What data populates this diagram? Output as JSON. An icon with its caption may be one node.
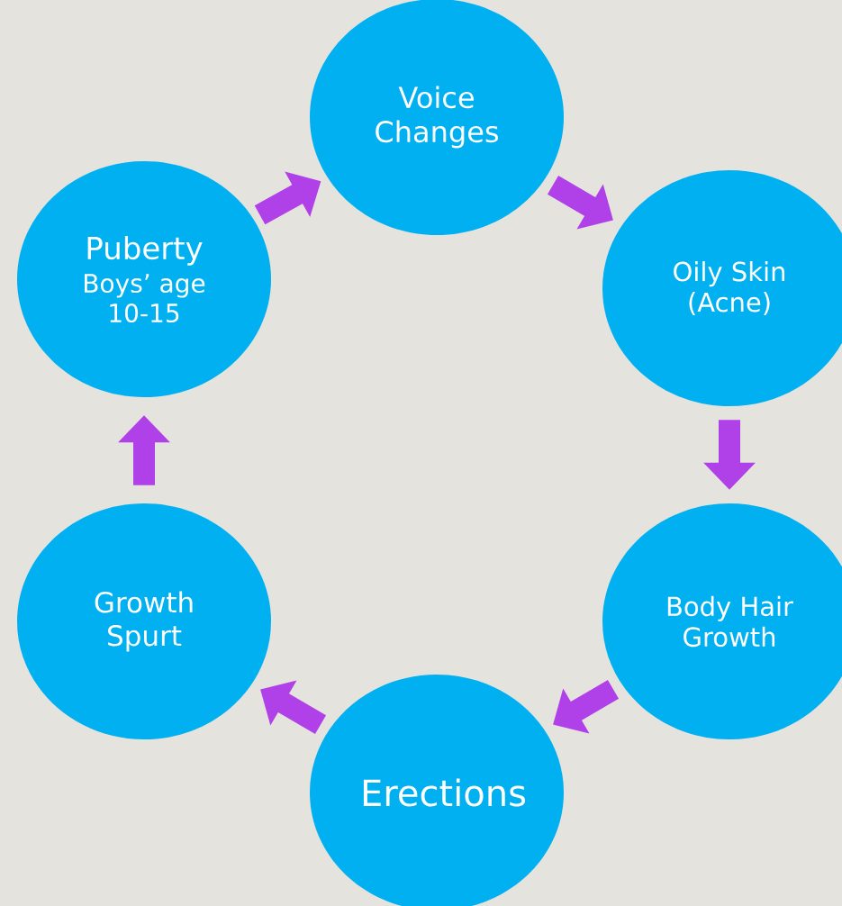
{
  "diagram": {
    "nodes": [
      {
        "text": [
          "Puberty",
          "Boys’ age 10-15"
        ]
      },
      {
        "text": [
          "Voice Changes"
        ]
      },
      {
        "text": [
          "Oily Skin (Acne)"
        ]
      },
      {
        "text": [
          "Body Hair Growth"
        ]
      },
      {
        "text": [
          "Erections"
        ]
      },
      {
        "text": [
          "Growth Spurt"
        ]
      }
    ],
    "edges": [
      {
        "from": 0,
        "to": 1,
        "arrow": "to"
      },
      {
        "from": 1,
        "to": 2,
        "arrow": "to"
      },
      {
        "from": 2,
        "to": 3,
        "arrow": "to"
      },
      {
        "from": 3,
        "to": 4,
        "arrow": "to"
      },
      {
        "from": 4,
        "to": 5,
        "arrow": "to"
      },
      {
        "from": 5,
        "to": 0,
        "arrow": "to"
      }
    ]
  }
}
